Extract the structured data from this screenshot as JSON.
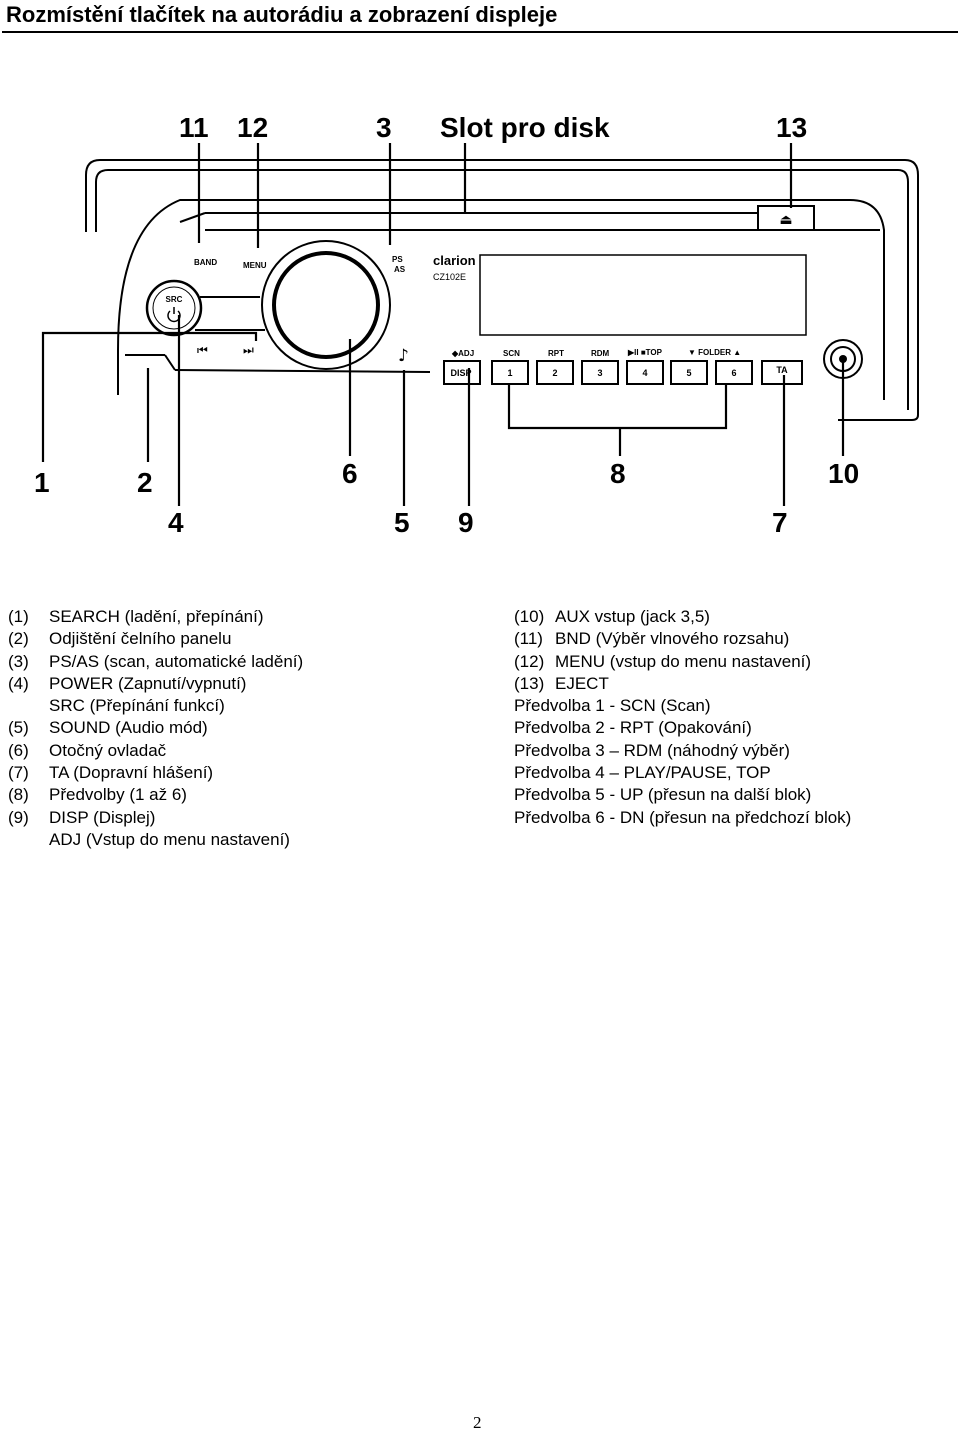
{
  "page": {
    "title": "Rozmístění tlačítek na autorádiu a zobrazení displeje",
    "page_number": "2"
  },
  "diagram": {
    "slot_label": "Slot pro disk",
    "callouts": {
      "n1": "1",
      "n2": "2",
      "n3": "3",
      "n4": "4",
      "n5": "5",
      "n6": "6",
      "n7": "7",
      "n8": "8",
      "n9": "9",
      "n10": "10",
      "n11": "11",
      "n12": "12",
      "n13": "13"
    },
    "panel": {
      "band": "BAND",
      "menu": "MENU",
      "ps": "PS",
      "as": "AS",
      "src": "SRC",
      "brand": "clarion",
      "model": "CZ102E",
      "adj": "◆ADJ",
      "scn": "SCN",
      "rpt": "RPT",
      "rdm": "RDM",
      "playpause": "▶II ■TOP",
      "folder": "▼ FOLDER ▲",
      "disp": "DISP",
      "b1": "1",
      "b2": "2",
      "b3": "3",
      "b4": "4",
      "b5": "5",
      "b6": "6",
      "ta": "TA",
      "note": "♪",
      "eject": "⏏",
      "prev": "⏮",
      "next": "⏭"
    }
  },
  "legend": {
    "left": [
      {
        "num": "(1)",
        "text": "SEARCH (ladění, přepínání)"
      },
      {
        "num": "(2)",
        "text": "Odjištění čelního panelu"
      },
      {
        "num": "(3)",
        "text": "PS/AS (scan, automatické ladění)"
      },
      {
        "num": "(4)",
        "text": "POWER (Zapnutí/vypnutí)"
      },
      {
        "num": "",
        "text": "SRC (Přepínání funkcí)"
      },
      {
        "num": "(5)",
        "text": "SOUND (Audio mód)"
      },
      {
        "num": "(6)",
        "text": "Otočný ovladač"
      },
      {
        "num": "(7)",
        "text": "TA (Dopravní hlášení)"
      },
      {
        "num": "(8)",
        "text": "Předvolby (1 až 6)"
      },
      {
        "num": "(9)",
        "text": "DISP (Displej)"
      },
      {
        "num": "",
        "text": "ADJ (Vstup do menu nastavení)"
      }
    ],
    "right": [
      {
        "num": "(10)",
        "text": "AUX vstup (jack 3,5)"
      },
      {
        "num": "(11)",
        "text": "BND (Výběr vlnového rozsahu)"
      },
      {
        "num": "(12)",
        "text": "MENU (vstup do menu nastavení)"
      },
      {
        "num": "(13)",
        "text": "EJECT"
      },
      {
        "num": "",
        "text": "Předvolba 1 - SCN (Scan)"
      },
      {
        "num": "",
        "text": "Předvolba 2 - RPT (Opakování)"
      },
      {
        "num": "",
        "text": "Předvolba 3 – RDM (náhodný výběr)"
      },
      {
        "num": "",
        "text": "Předvolba 4 – PLAY/PAUSE, TOP"
      },
      {
        "num": "",
        "text": "Předvolba 5 - UP (přesun na další blok)"
      },
      {
        "num": "",
        "text": "Předvolba 6 - DN (přesun na předchozí blok)"
      }
    ]
  }
}
